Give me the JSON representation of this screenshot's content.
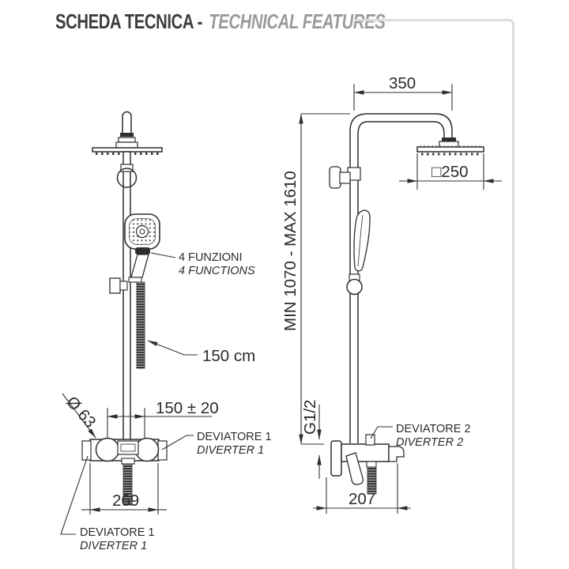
{
  "header": {
    "title_primary": "SCHEDA TECNICA -",
    "title_secondary": "TECHNICAL FEATURES"
  },
  "front_view": {
    "functions_it": "4 FUNZIONI",
    "functions_en": "4 FUNCTIONS",
    "hose_length": "150 cm",
    "mixer_diameter": "Ø 63",
    "inlet_spacing": "150 ± 20",
    "mixer_width": "269",
    "diverter1_it": "DEVIATORE 1",
    "diverter1_en": "DIVERTER 1"
  },
  "side_view": {
    "arm_length": "350",
    "head_size": "□250",
    "height_range": "MIN 1070 - MAX 1610",
    "thread_size": "G1/2",
    "diverter2_it": "DEVIATORE 2",
    "diverter2_en": "DIVERTER 2",
    "mixer_depth": "207"
  },
  "colors": {
    "line": "#2e2e2e",
    "title_primary": "#3d3d3d",
    "title_secondary": "#9b9b9b",
    "frame": "#dcdcdc"
  }
}
